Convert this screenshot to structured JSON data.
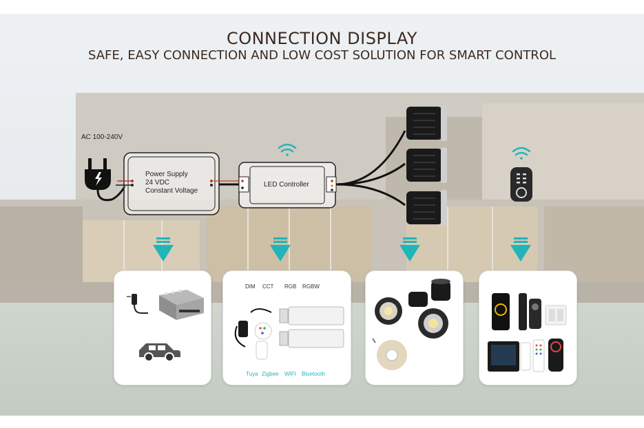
{
  "header": {
    "title": "CONNECTION DISPLAY",
    "subtitle": "SAFE, EASY CONNECTION AND LOW COST SOLUTION FOR SMART CONTROL"
  },
  "diagram": {
    "ac_label": "AC 100-240V",
    "power_supply": [
      "Power Supply",
      "24 VDC",
      "Constant Voltage"
    ],
    "controller_label": "LED Controller"
  },
  "cards": {
    "controllers_labels": [
      "DIM",
      "CCT",
      "RGB",
      "RGBW"
    ],
    "protocols": [
      "Tuya",
      "Zigbee",
      "WIFI",
      "Bluetooth"
    ]
  },
  "colors": {
    "accent": "#1fb5b9",
    "title": "#3b2a20"
  },
  "icons": [
    "plug-icon",
    "wifi-icon",
    "remote-icon",
    "arrow-down-icon",
    "car-icon"
  ]
}
